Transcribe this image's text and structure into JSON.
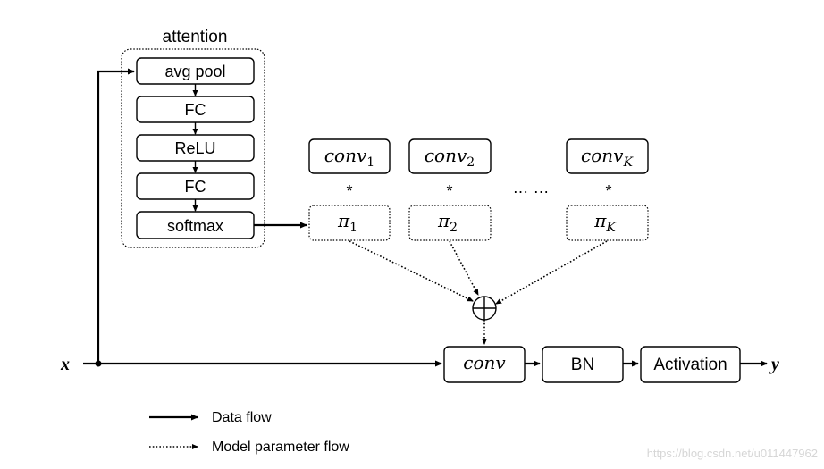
{
  "attention": {
    "title": "attention",
    "layers": [
      "avg pool",
      "FC",
      "ReLU",
      "FC",
      "softmax"
    ]
  },
  "kernels": [
    {
      "conv_base": "conv",
      "conv_sub": "1",
      "pi_base": "π",
      "pi_sub": "1"
    },
    {
      "conv_base": "conv",
      "conv_sub": "2",
      "pi_base": "π",
      "pi_sub": "2"
    },
    {
      "conv_base": "conv",
      "conv_sub": "K",
      "pi_base": "π",
      "pi_sub": "K"
    }
  ],
  "star_symbol": "*",
  "ellipsis": "… …",
  "main_path": {
    "input_label": "x",
    "conv_label": "conv",
    "bn_label": "BN",
    "activation_label": "Activation",
    "output_label": "y"
  },
  "legend": {
    "data_flow": "Data flow",
    "param_flow": "Model parameter flow"
  },
  "watermark": "https://blog.csdn.net/u011447962"
}
